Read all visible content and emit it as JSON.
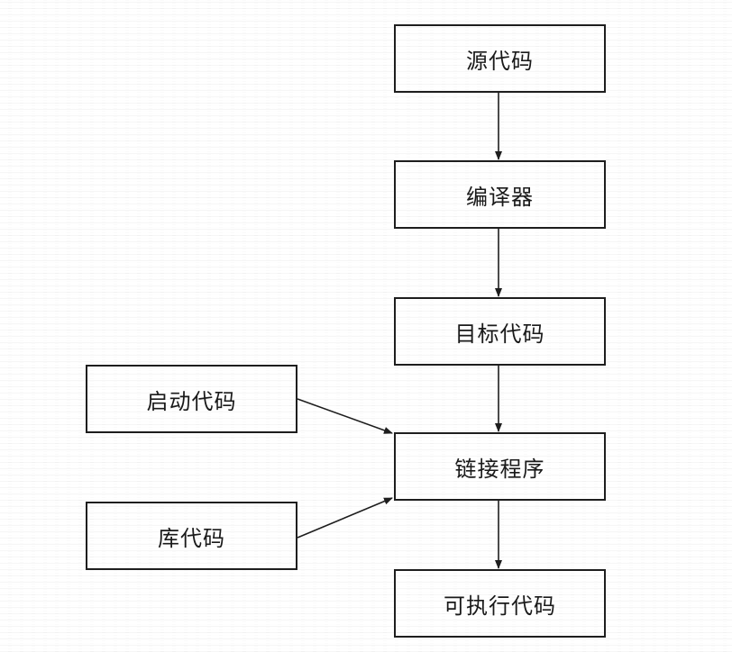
{
  "diagram": {
    "nodes": [
      {
        "label": "源代码"
      },
      {
        "label": "编译器"
      },
      {
        "label": "目标代码"
      },
      {
        "label": "链接程序"
      },
      {
        "label": "可执行代码"
      },
      {
        "label": "启动代码"
      },
      {
        "label": "库代码"
      }
    ],
    "edges": [
      {
        "from": 0,
        "to": 1
      },
      {
        "from": 1,
        "to": 2
      },
      {
        "from": 2,
        "to": 3
      },
      {
        "from": 3,
        "to": 4
      },
      {
        "from": 5,
        "to": 3
      },
      {
        "from": 6,
        "to": 3
      }
    ],
    "colors": {
      "line": "#1e1e1e",
      "background": "#ffffff"
    }
  }
}
